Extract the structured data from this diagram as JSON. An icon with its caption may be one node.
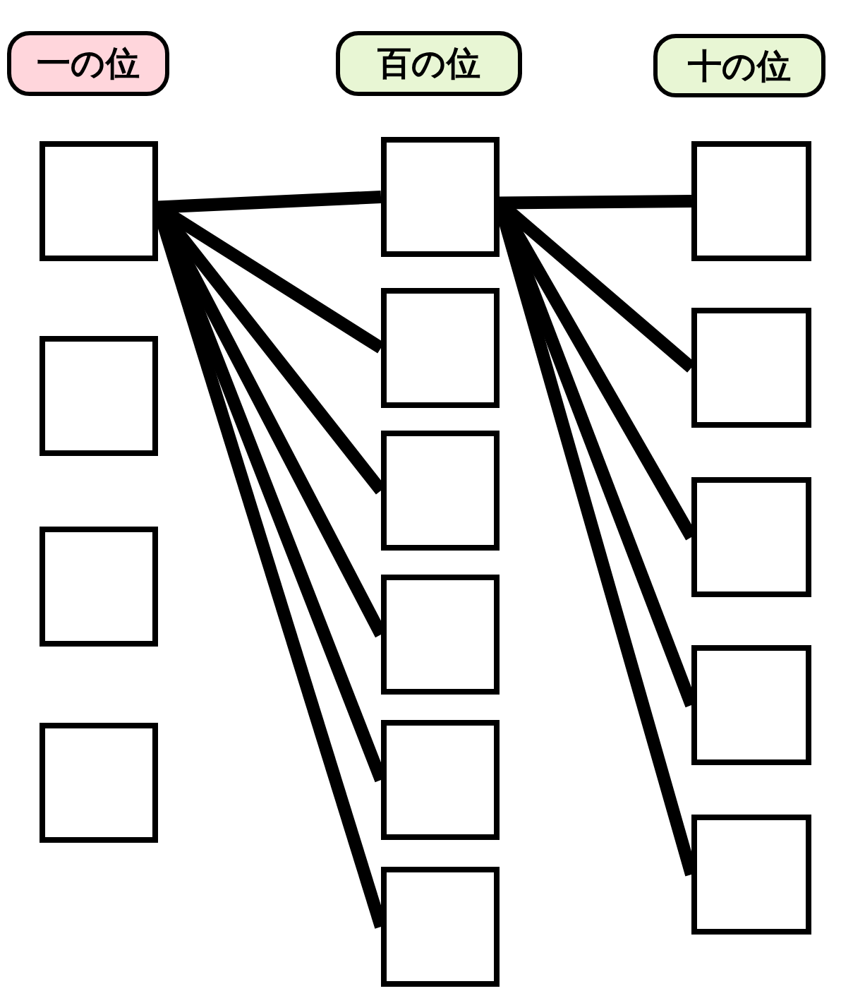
{
  "diagram": {
    "nodes": [
      {
        "text": [
          "一の位"
        ]
      },
      {
        "text": [
          "百の位"
        ]
      },
      {
        "text": [
          "十の位"
        ]
      },
      {
        "text": [],
        "shape": "box"
      },
      {
        "text": [],
        "shape": "box"
      },
      {
        "text": [],
        "shape": "box"
      },
      {
        "text": [],
        "shape": "box"
      },
      {
        "text": [],
        "shape": "box"
      },
      {
        "text": [],
        "shape": "box"
      },
      {
        "text": [],
        "shape": "box"
      },
      {
        "text": [],
        "shape": "box"
      },
      {
        "text": [],
        "shape": "box"
      },
      {
        "text": [],
        "shape": "box"
      },
      {
        "text": [],
        "shape": "box"
      },
      {
        "text": [],
        "shape": "box"
      },
      {
        "text": [],
        "shape": "box"
      },
      {
        "text": [],
        "shape": "box"
      },
      {
        "text": [],
        "shape": "box"
      }
    ],
    "edges": [
      {
        "from": 3,
        "to": 7,
        "arrow": "none"
      },
      {
        "from": 3,
        "to": 8,
        "arrow": "none"
      },
      {
        "from": 3,
        "to": 9,
        "arrow": "none"
      },
      {
        "from": 3,
        "to": 10,
        "arrow": "none"
      },
      {
        "from": 3,
        "to": 11,
        "arrow": "none"
      },
      {
        "from": 3,
        "to": 12,
        "arrow": "none"
      },
      {
        "from": 7,
        "to": 13,
        "arrow": "none"
      },
      {
        "from": 7,
        "to": 14,
        "arrow": "none"
      },
      {
        "from": 7,
        "to": 15,
        "arrow": "none"
      },
      {
        "from": 7,
        "to": 16,
        "arrow": "none"
      },
      {
        "from": 7,
        "to": 17,
        "arrow": "none"
      }
    ]
  }
}
